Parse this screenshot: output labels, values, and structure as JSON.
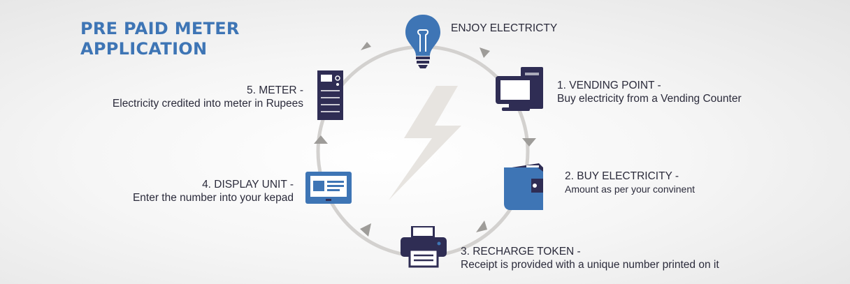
{
  "title": {
    "line1": "PRE PAID METER",
    "line2": "APPLICATION"
  },
  "colors": {
    "title": "#3e75b5",
    "icon_dark": "#2f2d54",
    "icon_blue": "#3e75b5",
    "circle": "#d3d1cf",
    "arrow": "#9e9c99",
    "bolt": "#e7e4e0"
  },
  "steps": {
    "enjoy": {
      "heading": "ENJOY ELECTRICTY",
      "icon": "light-bulb-icon"
    },
    "vending": {
      "heading": "1. VENDING POINT -",
      "desc": "Buy electricity from a Vending Counter",
      "icon": "computer-icon"
    },
    "buy": {
      "heading": "2. BUY ELECTRICITY -",
      "desc": "Amount as per your convinent",
      "icon": "wallet-icon"
    },
    "token": {
      "heading": "3. RECHARGE TOKEN -",
      "desc": "Receipt is provided with a unique number printed on it",
      "icon": "printer-icon"
    },
    "display": {
      "heading": "4. DISPLAY UNIT -",
      "desc": "Enter the number into your kepad",
      "icon": "display-unit-icon"
    },
    "meter": {
      "heading": "5. METER -",
      "desc": "Electricity credited into meter in Rupees",
      "icon": "meter-icon"
    }
  }
}
